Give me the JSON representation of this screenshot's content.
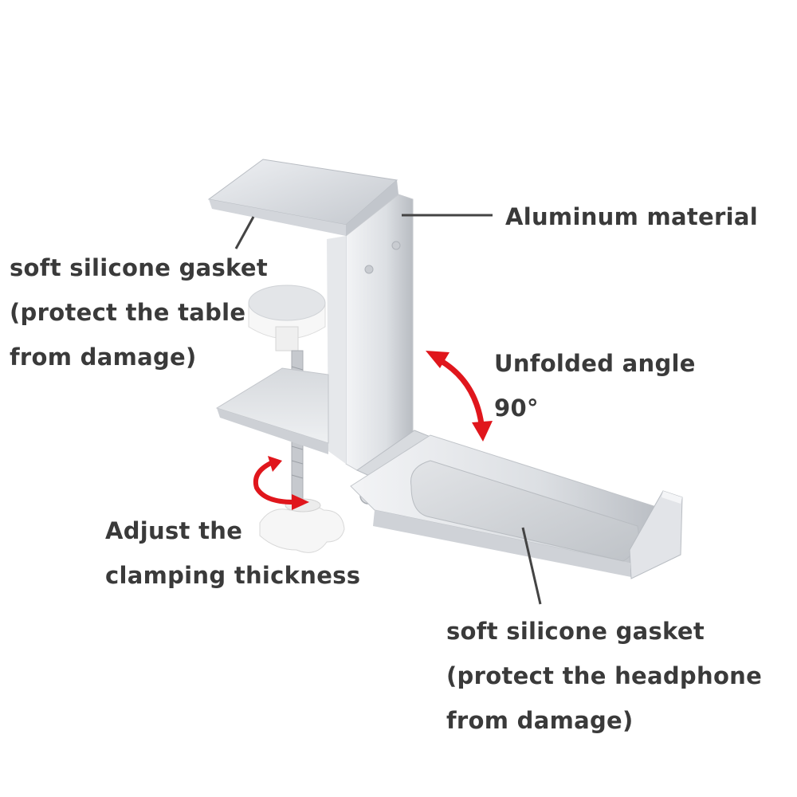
{
  "labels": {
    "table_gasket": {
      "lines": [
        "soft silicone gasket",
        "(protect the table",
        "from damage)"
      ]
    },
    "aluminum": {
      "lines": [
        "Aluminum material"
      ]
    },
    "unfolded_angle": {
      "lines": [
        "Unfolded angle",
        "90°"
      ]
    },
    "adjust": {
      "lines": [
        "Adjust the",
        "clamping thickness"
      ]
    },
    "headphone_gasket": {
      "lines": [
        "soft silicone gasket",
        "(protect the headphone",
        "from damage)"
      ]
    }
  },
  "colors": {
    "text": "#3a3a3a",
    "leader_line": "#444444",
    "arrow_red": "#e0161c",
    "metal_light": "#e4e6ea",
    "metal_mid": "#c9ccd2",
    "metal_dark": "#a4a8ae",
    "silicone_pad": "#cfd2d6",
    "knob_white": "#f4f4f4"
  },
  "icons": {
    "rotation_arrow_angle": "curved-double-arrow-icon",
    "rotation_arrow_knob": "circular-arrow-icon"
  }
}
